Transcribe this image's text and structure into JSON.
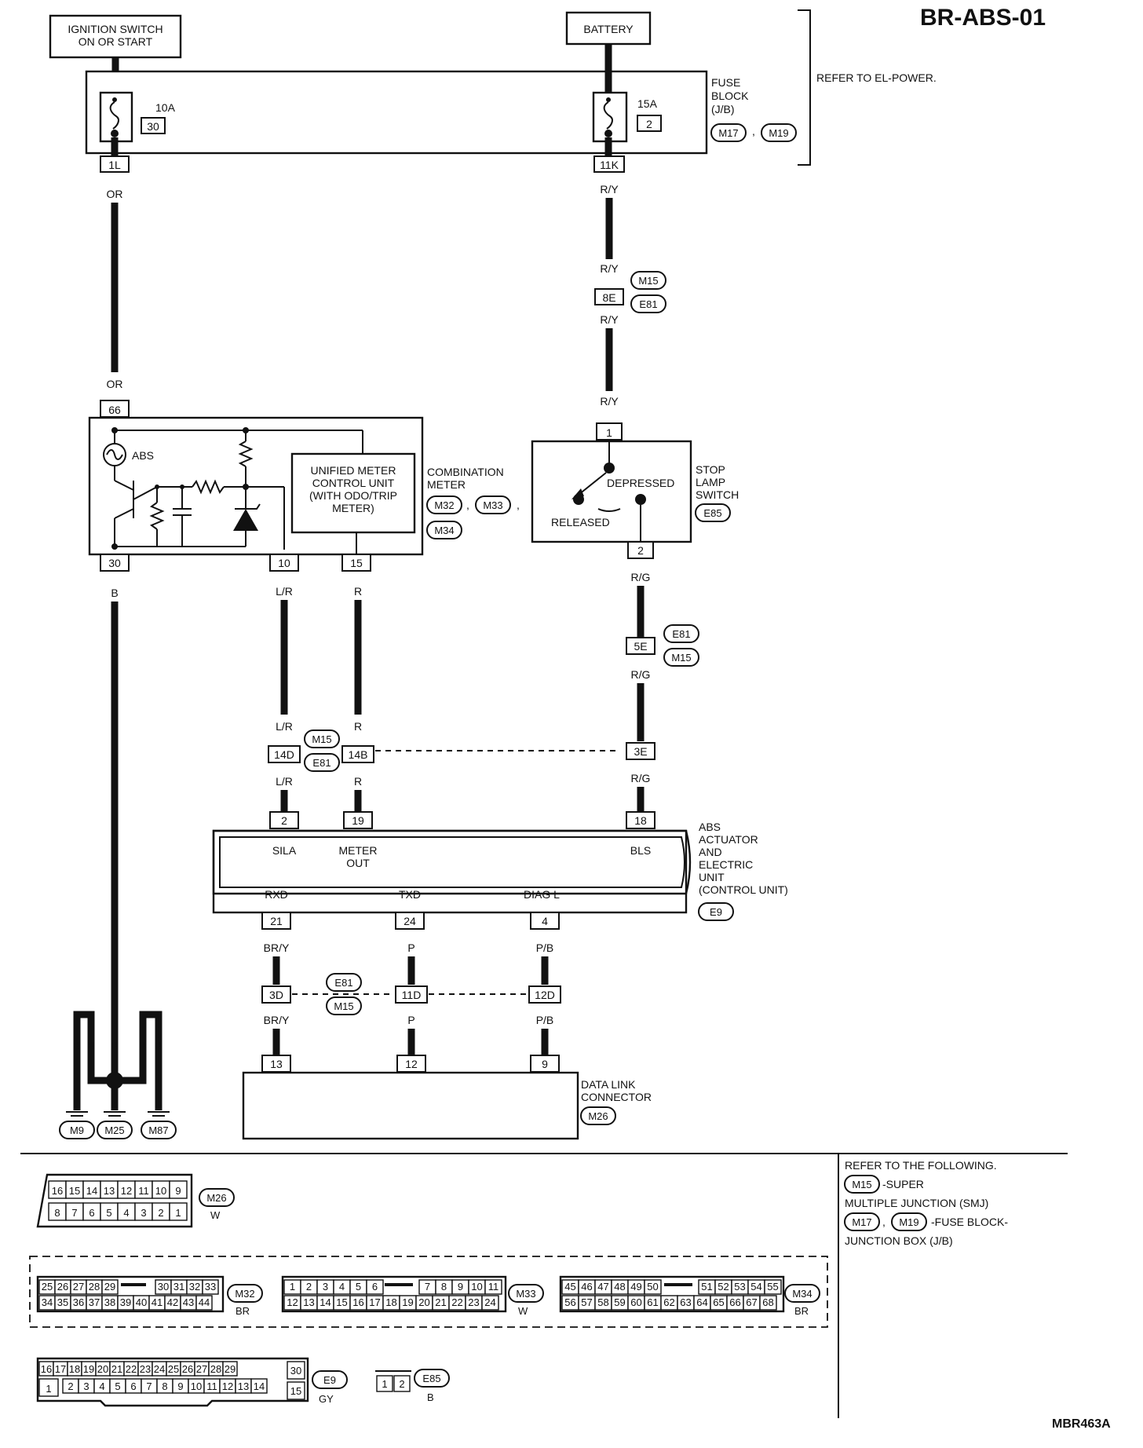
{
  "title": "BR-ABS-01",
  "figure_code": "MBR463A",
  "power": {
    "ignition_switch": [
      "IGNITION SWITCH",
      "ON OR START"
    ],
    "battery": "BATTERY",
    "fuse_10a": "10A",
    "fuse_10a_no": "30",
    "fuse_15a": "15A",
    "fuse_15a_no": "2",
    "fuse_block": [
      "FUSE",
      "BLOCK",
      "(J/B)"
    ],
    "fuse_block_conn": [
      "M17",
      "M19"
    ],
    "refer": "REFER TO EL-POWER."
  },
  "terminals": {
    "t_1l": "1L",
    "t_11k": "11K",
    "t_8e": "8E",
    "t_66": "66",
    "t_30": "30",
    "t_10": "10",
    "t_15": "15",
    "t_1": "1",
    "t_2sw": "2",
    "t_5e": "5E",
    "t_14d": "14D",
    "t_14b": "14B",
    "t_3e": "3E",
    "t_2": "2",
    "t_19": "19",
    "t_18": "18",
    "t_21": "21",
    "t_24": "24",
    "t_4": "4",
    "t_3d": "3D",
    "t_11d": "11D",
    "t_12d": "12D",
    "t_13": "13",
    "t_12": "12",
    "t_9": "9"
  },
  "wires": {
    "or": "OR",
    "ry": "R/Y",
    "b": "B",
    "lr": "L/R",
    "r": "R",
    "rg": "R/G",
    "bry": "BR/Y",
    "p": "P",
    "pb": "P/B"
  },
  "conn": {
    "m15": "M15",
    "e81": "E81",
    "m32": "M32",
    "m33": "M33",
    "m34": "M34",
    "e85": "E85",
    "e9": "E9",
    "m26": "M26",
    "m9": "M9",
    "m25": "M25",
    "m87": "M87"
  },
  "combination_meter": {
    "abs": "ABS",
    "unified": [
      "UNIFIED METER",
      "CONTROL UNIT",
      "(WITH ODO/TRIP",
      "METER)"
    ],
    "label": [
      "COMBINATION",
      "METER"
    ]
  },
  "stop_lamp_switch": {
    "depressed": "DEPRESSED",
    "released": "RELEASED",
    "label": [
      "STOP",
      "LAMP",
      "SWITCH"
    ]
  },
  "abs_unit": {
    "sila": "SILA",
    "meter_out": [
      "METER",
      "OUT"
    ],
    "bls": "BLS",
    "rxd": "RXD",
    "txd": "TXD",
    "diag": "DIAG L",
    "label": [
      "ABS",
      "ACTUATOR",
      "AND",
      "ELECTRIC",
      "UNIT",
      "(CONTROL UNIT)"
    ]
  },
  "data_link": [
    "DATA LINK",
    "CONNECTOR"
  ],
  "refer_following": [
    "REFER TO THE FOLLOWING.",
    "-SUPER",
    "MULTIPLE JUNCTION (SMJ)",
    "-FUSE BLOCK-",
    "JUNCTION BOX (J/B)"
  ],
  "connector_colors": {
    "w": "W",
    "br": "BR",
    "gy": "GY",
    "b": "B"
  },
  "pinouts": {
    "m26_top": [
      "16",
      "15",
      "14",
      "13",
      "12",
      "11",
      "10",
      "9"
    ],
    "m26_bot": [
      "8",
      "7",
      "6",
      "5",
      "4",
      "3",
      "2",
      "1"
    ],
    "m32_top_a": [
      "25",
      "26",
      "27",
      "28",
      "29"
    ],
    "m32_top_b": [
      "30",
      "31",
      "32",
      "33"
    ],
    "m32_bot": [
      "34",
      "35",
      "36",
      "37",
      "38",
      "39",
      "40",
      "41",
      "42",
      "43",
      "44"
    ],
    "m33_top_a": [
      "1",
      "2",
      "3",
      "4",
      "5",
      "6"
    ],
    "m33_top_b": [
      "7",
      "8",
      "9",
      "10",
      "11"
    ],
    "m33_bot": [
      "12",
      "13",
      "14",
      "15",
      "16",
      "17",
      "18",
      "19",
      "20",
      "21",
      "22",
      "23",
      "24"
    ],
    "m34_top_a": [
      "45",
      "46",
      "47",
      "48",
      "49",
      "50"
    ],
    "m34_top_b": [
      "51",
      "52",
      "53",
      "54",
      "55"
    ],
    "m34_bot": [
      "56",
      "57",
      "58",
      "59",
      "60",
      "61",
      "62",
      "63",
      "64",
      "65",
      "66",
      "67",
      "68"
    ],
    "e9_top_a": [
      "16",
      "17",
      "18",
      "19",
      "20",
      "21",
      "22",
      "23",
      "24"
    ],
    "e9_top_b": [
      "25",
      "26",
      "27",
      "28",
      "29"
    ],
    "e9_right_top": "30",
    "e9_left_bot": "1",
    "e9_bot": [
      "2",
      "3",
      "4",
      "5",
      "6",
      "7",
      "8",
      "9",
      "10",
      "11",
      "12",
      "13",
      "14"
    ],
    "e9_right_bot": "15",
    "e85": [
      "1",
      "2"
    ]
  }
}
